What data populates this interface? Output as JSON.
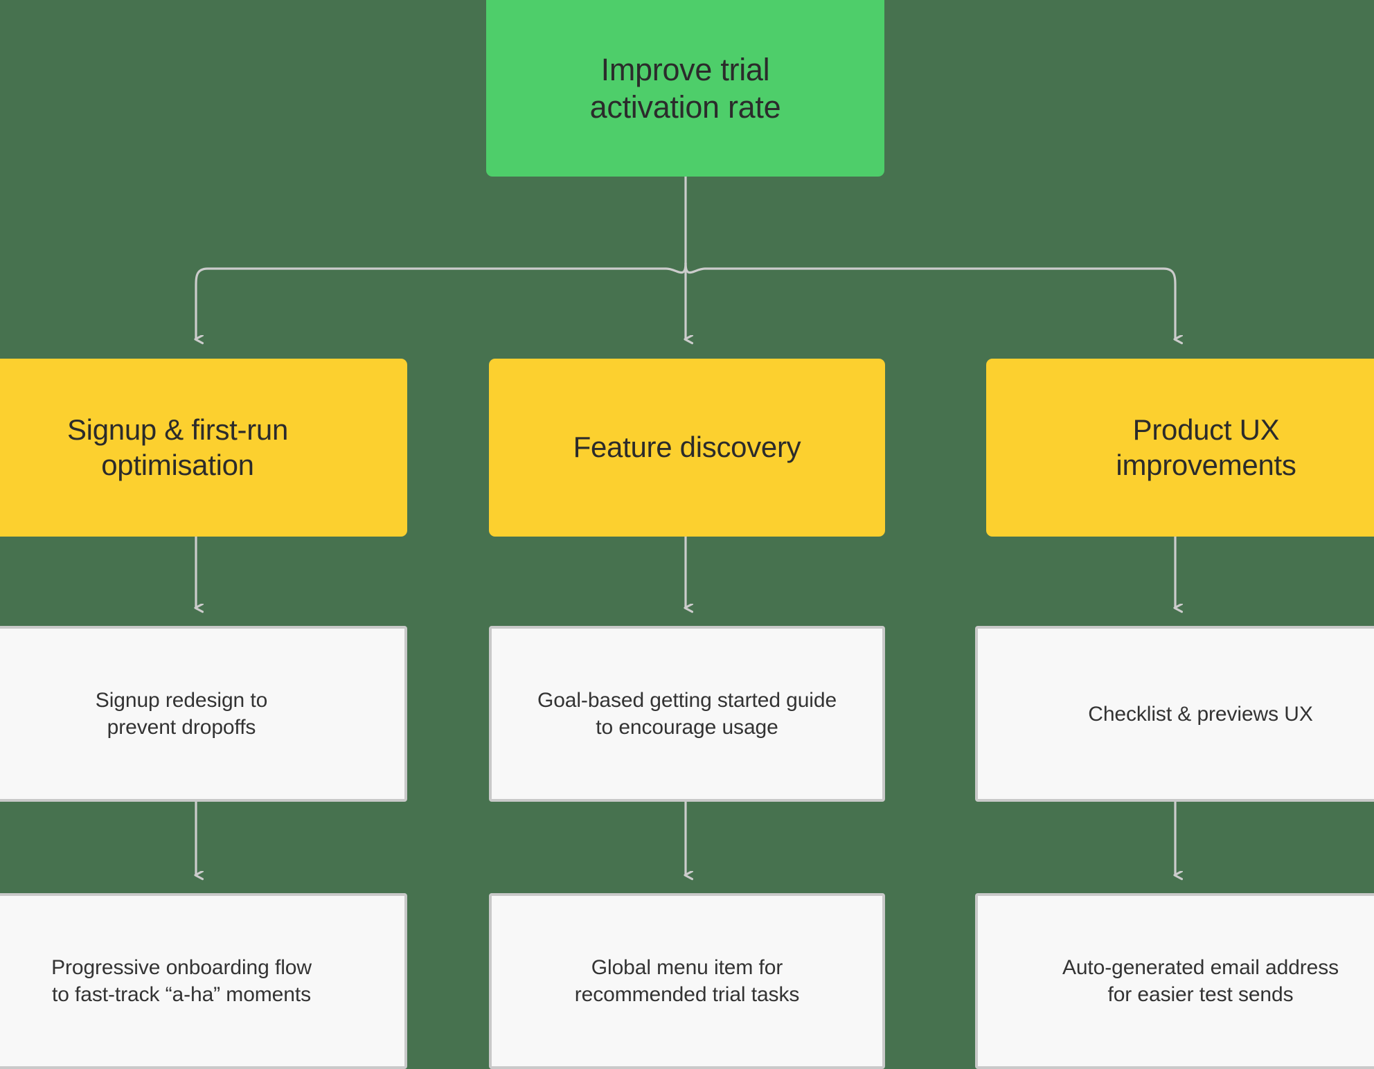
{
  "diagram": {
    "type": "tree",
    "title": "Improve trial activation rate",
    "background_color": "#47724f",
    "colors": {
      "root_fill": "#4ece6a",
      "category_fill": "#fcd02f",
      "card_fill": "#f8f8f8",
      "card_border": "#c9c9c9",
      "connector": "#cccccc",
      "text": "#2b2b2b"
    },
    "root": {
      "label": "Improve trial\nactivation rate"
    },
    "branches": [
      {
        "label": "Signup & first-run\noptimisation",
        "items": [
          {
            "label": "Signup redesign to\nprevent dropoffs"
          },
          {
            "label": "Progressive onboarding flow\nto fast-track “a-ha” moments"
          }
        ]
      },
      {
        "label": "Feature discovery",
        "items": [
          {
            "label": "Goal-based getting started guide\nto encourage usage"
          },
          {
            "label": "Global menu item for\nrecommended trial tasks"
          }
        ]
      },
      {
        "label": "Product UX\nimprovements",
        "items": [
          {
            "label": "Checklist & previews UX"
          },
          {
            "label": "Auto-generated email address\nfor easier test sends"
          }
        ]
      }
    ]
  }
}
